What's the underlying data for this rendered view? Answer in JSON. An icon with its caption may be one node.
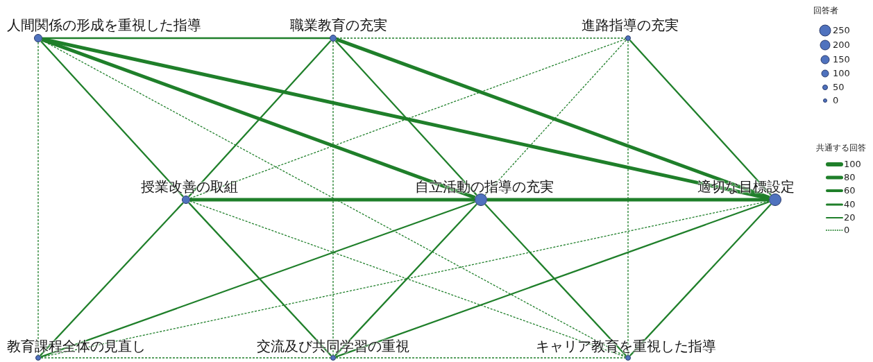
{
  "diagram": {
    "nodes": [
      {
        "text": [
          "人間関係の形成を重視した指導"
        ]
      },
      {
        "text": [
          "職業教育の充実"
        ]
      },
      {
        "text": [
          "進路指導の充実"
        ]
      },
      {
        "text": [
          "授業改善の取組"
        ]
      },
      {
        "text": [
          "自立活動の指導の充実"
        ]
      },
      {
        "text": [
          "適切な目標設定"
        ]
      },
      {
        "text": [
          "教育課程全体の見直し"
        ]
      },
      {
        "text": [
          "交流及び共同学習の重視"
        ]
      },
      {
        "text": [
          "キャリア教育を重視した指導"
        ]
      }
    ],
    "edges": [
      {
        "from": 0,
        "to": 1,
        "arrow": "none"
      },
      {
        "from": 0,
        "to": 3,
        "arrow": "none"
      },
      {
        "from": 0,
        "to": 4,
        "arrow": "none",
        "style": "thick"
      },
      {
        "from": 0,
        "to": 5,
        "arrow": "none",
        "style": "thick"
      },
      {
        "from": 0,
        "to": 6,
        "arrow": "none",
        "style": "dashed"
      },
      {
        "from": 0,
        "to": 8,
        "arrow": "none",
        "style": "dashed"
      },
      {
        "from": 1,
        "to": 2,
        "arrow": "none",
        "style": "dashed"
      },
      {
        "from": 1,
        "to": 3,
        "arrow": "none"
      },
      {
        "from": 1,
        "to": 4,
        "arrow": "none"
      },
      {
        "from": 1,
        "to": 5,
        "arrow": "none",
        "style": "thick"
      },
      {
        "from": 1,
        "to": 7,
        "arrow": "none",
        "style": "dashed"
      },
      {
        "from": 2,
        "to": 3,
        "arrow": "none",
        "style": "dashed"
      },
      {
        "from": 2,
        "to": 4,
        "arrow": "none",
        "style": "dashed"
      },
      {
        "from": 2,
        "to": 5,
        "arrow": "none"
      },
      {
        "from": 2,
        "to": 8,
        "arrow": "none",
        "style": "dashed"
      },
      {
        "from": 3,
        "to": 4,
        "arrow": "none",
        "style": "thick"
      },
      {
        "from": 3,
        "to": 6,
        "arrow": "none"
      },
      {
        "from": 3,
        "to": 7,
        "arrow": "none"
      },
      {
        "from": 3,
        "to": 8,
        "arrow": "none",
        "style": "dashed"
      },
      {
        "from": 4,
        "to": 5,
        "arrow": "none",
        "style": "thick"
      },
      {
        "from": 4,
        "to": 6,
        "arrow": "none"
      },
      {
        "from": 4,
        "to": 7,
        "arrow": "none"
      },
      {
        "from": 4,
        "to": 8,
        "arrow": "none"
      },
      {
        "from": 5,
        "to": 6,
        "arrow": "none",
        "style": "dashed"
      },
      {
        "from": 5,
        "to": 7,
        "arrow": "none"
      },
      {
        "from": 5,
        "to": 8,
        "arrow": "none"
      },
      {
        "from": 6,
        "to": 7,
        "arrow": "none",
        "style": "dashed"
      },
      {
        "from": 7,
        "to": 8,
        "arrow": "none",
        "style": "dashed"
      }
    ],
    "labels": [
      "回答者",
      "共通する回答"
    ],
    "legend": [
      {
        "text": "250"
      },
      {
        "text": "200"
      },
      {
        "text": "150"
      },
      {
        "text": "100"
      },
      {
        "text": "50"
      },
      {
        "text": "0"
      },
      {
        "text": "100"
      },
      {
        "text": "80"
      },
      {
        "text": "60"
      },
      {
        "text": "40"
      },
      {
        "text": "20"
      },
      {
        "text": "0"
      }
    ]
  }
}
